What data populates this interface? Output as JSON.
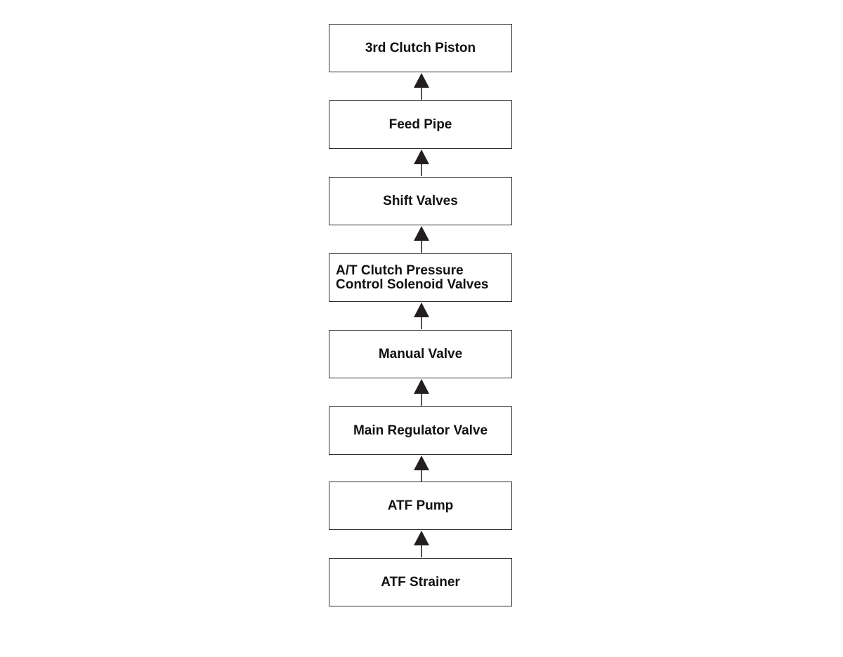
{
  "diagram": {
    "nodes": [
      {
        "id": "3rd-clutch-piston",
        "label": "3rd Clutch Piston"
      },
      {
        "id": "feed-pipe",
        "label": "Feed Pipe"
      },
      {
        "id": "shift-valves",
        "label": "Shift Valves"
      },
      {
        "id": "at-clutch-pressure-control-solenoid-valves",
        "label": "A/T Clutch Pressure\nControl Solenoid Valves"
      },
      {
        "id": "manual-valve",
        "label": "Manual Valve"
      },
      {
        "id": "main-regulator-valve",
        "label": "Main Regulator Valve"
      },
      {
        "id": "atf-pump",
        "label": "ATF Pump"
      },
      {
        "id": "atf-strainer",
        "label": "ATF Strainer"
      }
    ],
    "edges": [
      {
        "from": "atf-strainer",
        "to": "atf-pump"
      },
      {
        "from": "atf-pump",
        "to": "main-regulator-valve"
      },
      {
        "from": "main-regulator-valve",
        "to": "manual-valve"
      },
      {
        "from": "manual-valve",
        "to": "at-clutch-pressure-control-solenoid-valves"
      },
      {
        "from": "at-clutch-pressure-control-solenoid-valves",
        "to": "shift-valves"
      },
      {
        "from": "shift-valves",
        "to": "feed-pipe"
      },
      {
        "from": "feed-pipe",
        "to": "3rd-clutch-piston"
      }
    ]
  }
}
